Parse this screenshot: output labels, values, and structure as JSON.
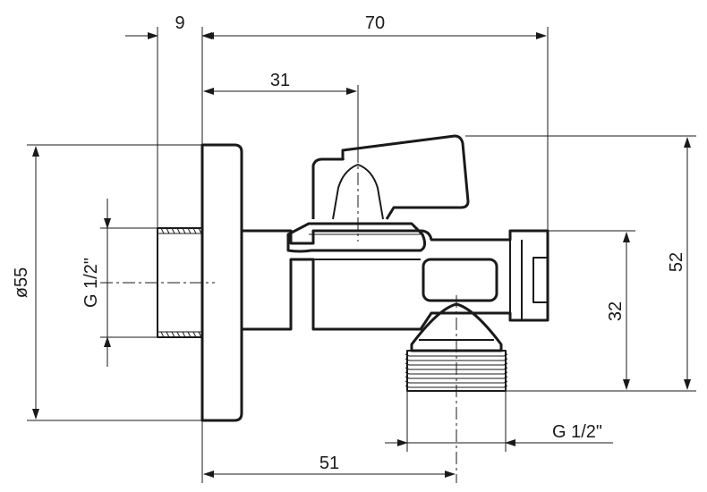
{
  "dimensions": {
    "flange_thickness": "9",
    "overall_length": "70",
    "handle_offset": "31",
    "flange_diameter": "ø55",
    "inlet_thread": "G 1/2\"",
    "outlet_thread": "G 1/2\"",
    "outlet_height": "32",
    "overall_height": "52",
    "outlet_offset": "51"
  },
  "colors": {
    "line": "#1a1a1a",
    "background": "#ffffff"
  }
}
